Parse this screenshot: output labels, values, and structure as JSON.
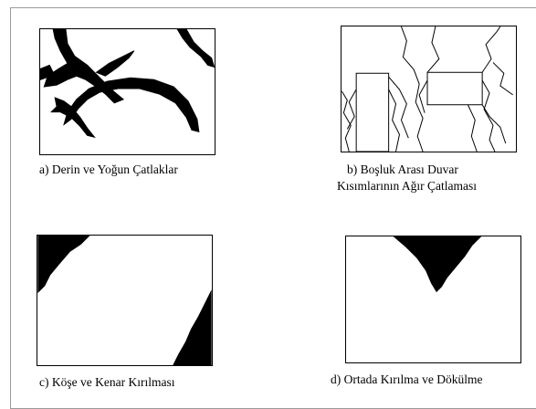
{
  "figure": {
    "panel_a": {
      "caption": "a) Derin ve Yoğun Çatlaklar"
    },
    "panel_b": {
      "caption_line1": "b) Boşluk Arası Duvar",
      "caption_line2": "Kısımlarının Ağır Çatlaması"
    },
    "panel_c": {
      "caption": "c) Köşe ve Kenar Kırılması"
    },
    "panel_d": {
      "caption": "d) Ortada Kırılma ve Dökülme"
    },
    "colors": {
      "ink": "#000000",
      "frame": "#9a9a9a"
    }
  }
}
